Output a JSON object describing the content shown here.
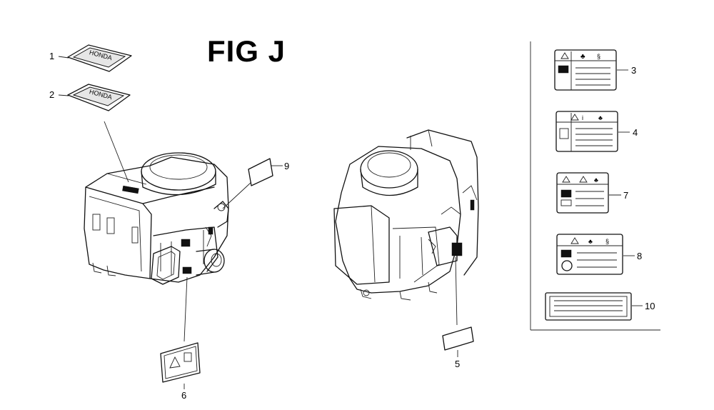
{
  "title": "FIG J",
  "callouts": {
    "c1": "1",
    "c2": "2",
    "c3": "3",
    "c4": "4",
    "c5": "5",
    "c6": "6",
    "c7": "7",
    "c8": "8",
    "c9": "9",
    "c10": "10"
  },
  "colors": {
    "line": "#111111",
    "background": "#ffffff"
  }
}
